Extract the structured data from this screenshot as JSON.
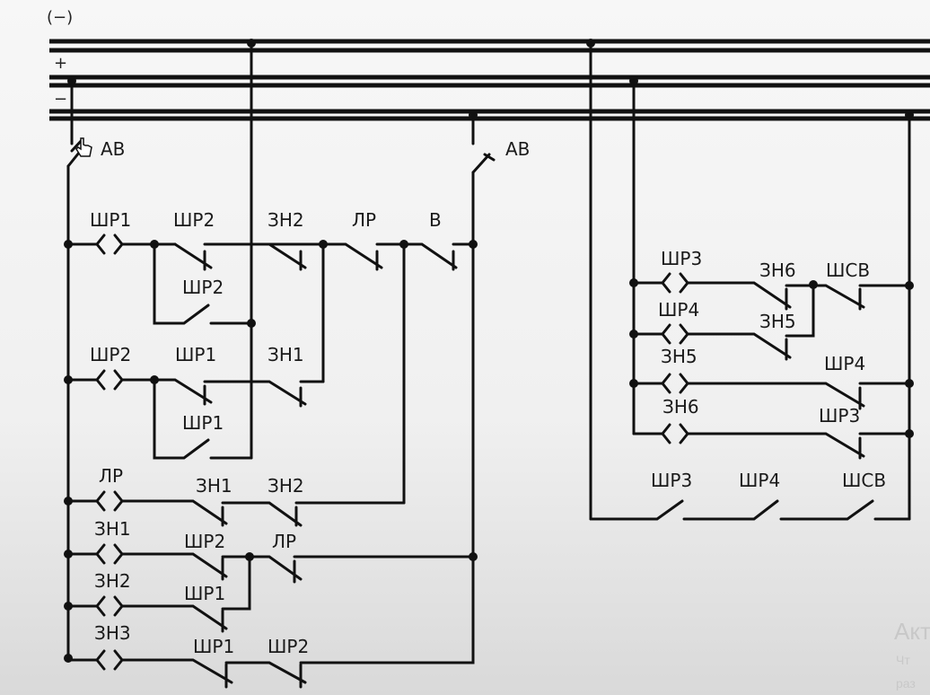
{
  "buses": {
    "minus_top": "(−)",
    "plus": "+",
    "minus": "−"
  },
  "breakers": {
    "left": "АВ",
    "right": "АВ"
  },
  "left_circuit": {
    "row1": {
      "c1": "ШР1",
      "c2": "ШР2",
      "c3": "ЗН2",
      "c4": "ЛР",
      "c5": "В"
    },
    "row1_bypass": "ШР2",
    "row2": {
      "c1": "ШР2",
      "c2": "ШР1",
      "c3": "ЗН1"
    },
    "row2_bypass": "ШР1",
    "row3": {
      "c1": "ЛР",
      "c2": "ЗН1",
      "c3": "ЗН2"
    },
    "row4": {
      "c1": "ЗН1",
      "c2": "ШР2",
      "c3": "ЛР"
    },
    "row5": {
      "c1": "ЗН2",
      "c2": "ШР1"
    },
    "row6": {
      "c1": "ЗН3",
      "c2": "ШР1",
      "c3": "ШР2"
    }
  },
  "right_circuit": {
    "row1": {
      "c1": "ШР3",
      "c2": "ЗН6",
      "c3": "ШСВ"
    },
    "row2": {
      "c1": "ШР4",
      "c2": "ЗН5"
    },
    "row3": {
      "c1": "ЗН5",
      "c2": "ШР4"
    },
    "row4": {
      "c1": "ЗН6",
      "c2": "ШР3"
    },
    "bottom": {
      "c1": "ШР3",
      "c2": "ШР4",
      "c3": "ШСВ"
    }
  },
  "watermark": {
    "line1": "Акт",
    "line2": "Чт",
    "line3": "раз"
  }
}
